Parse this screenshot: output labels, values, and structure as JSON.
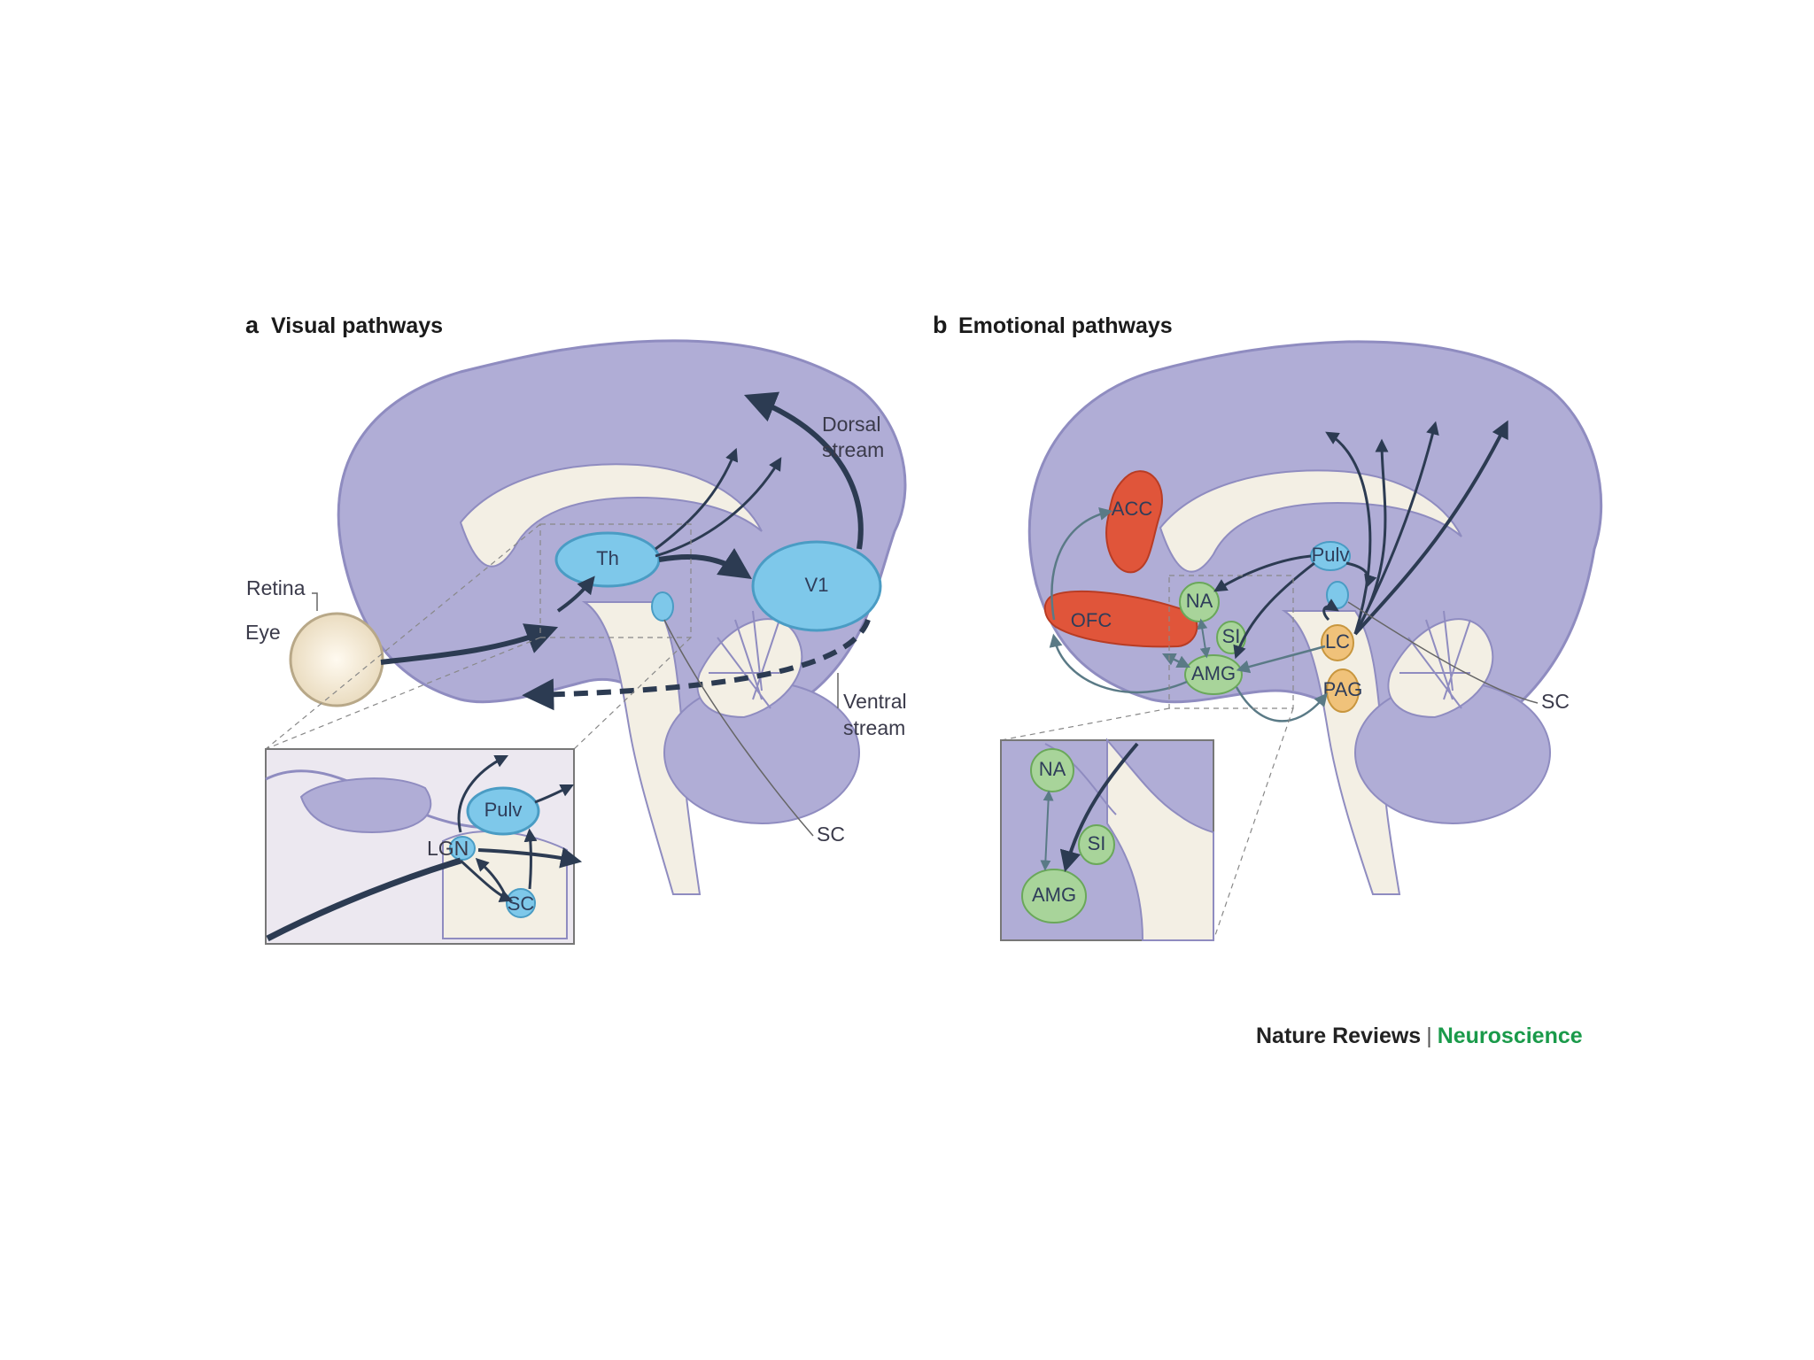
{
  "panel_a": {
    "letter": "a",
    "title": "Visual pathways",
    "labels": {
      "retina": "Retina",
      "eye": "Eye",
      "dorsal_line1": "Dorsal",
      "dorsal_line2": "stream",
      "ventral_line1": "Ventral",
      "ventral_line2": "stream",
      "sc": "SC"
    },
    "nodes": {
      "th": "Th",
      "v1": "V1"
    },
    "inset": {
      "pulv": "Pulv",
      "lgn": "LGN",
      "sc": "SC"
    }
  },
  "panel_b": {
    "letter": "b",
    "title": "Emotional pathways",
    "nodes": {
      "acc": "ACC",
      "ofc": "OFC",
      "na": "NA",
      "si": "SI",
      "amg": "AMG",
      "pulv": "Pulv",
      "lc": "LC",
      "pag": "PAG"
    },
    "labels": {
      "sc": "SC"
    },
    "inset": {
      "na": "NA",
      "si": "SI",
      "amg": "AMG"
    }
  },
  "credit": {
    "journal": "Nature Reviews",
    "separator": "|",
    "section": "Neuroscience"
  },
  "colors": {
    "cortex": "#b0add6",
    "cortex_dark": "#8f8cc0",
    "white_matter": "#f3efe4",
    "visual_node": "#7ec8ea",
    "emotional_node": "#a8d49a",
    "red_region": "#e0553a",
    "brainstem_node": "#f0c27a",
    "arrow": "#2c3b52",
    "journal_accent": "#1a9a4a"
  }
}
